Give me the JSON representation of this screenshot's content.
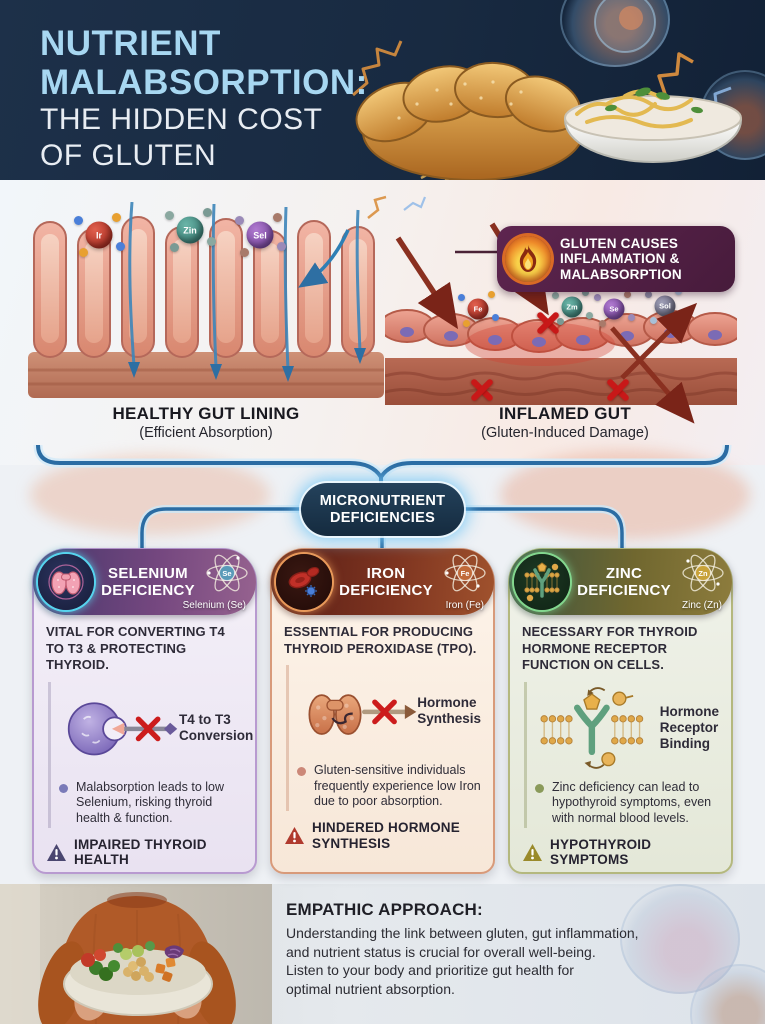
{
  "header": {
    "title_line1": "NUTRIENT",
    "title_line2": "MALABSORPTION:",
    "title_line3": "THE HIDDEN COST",
    "title_line4": "OF GLUTEN"
  },
  "gut": {
    "badge": {
      "icon": "flame-icon",
      "line1": "GLUTEN CAUSES",
      "line2": "INFLAMMATION &",
      "line3": "MALABSORPTION"
    },
    "healthy": {
      "label": "HEALTHY GUT LINING",
      "sublabel": "(Efficient Absorption)",
      "molecules": [
        {
          "label": "Ir"
        },
        {
          "label": "Zin"
        },
        {
          "label": "Sel"
        }
      ]
    },
    "inflamed": {
      "label": "INFLAMED GUT",
      "sublabel": "(Gluten-Induced Damage)",
      "molecules": [
        {
          "label": "Fe"
        },
        {
          "label": "Zm"
        },
        {
          "label": "Se"
        },
        {
          "label": "Sol"
        }
      ]
    }
  },
  "hub": {
    "line1": "MICRONUTRIENT",
    "line2": "DEFICIENCIES"
  },
  "cards": [
    {
      "title_line1": "SELENIUM",
      "title_line2": "DEFICIENCY",
      "icon": "thyroid-icon",
      "element_symbol": "Se",
      "element_caption": "Selenium (Se)",
      "description": "VITAL FOR CONVERTING T4 TO T3 & PROTECTING THYROID.",
      "diagram_label": "T4 to T3 Conversion",
      "bullet": "Malabsorption leads to low Selenium, risking thyroid health & function.",
      "warning": "IMPAIRED THYROID HEALTH",
      "warning_color": "#4a4670"
    },
    {
      "title_line1": "IRON",
      "title_line2": "DEFICIENCY",
      "icon": "blood-cells-icon",
      "element_symbol": "Fe",
      "element_caption": "Iron (Fe)",
      "description": "ESSENTIAL FOR PRODUCING THYROID PEROXIDASE (TPO).",
      "diagram_label": "Hormone Synthesis",
      "bullet": "Gluten-sensitive individuals frequently experience low Iron due to poor absorption.",
      "warning": "HINDERED HORMONE SYNTHESIS",
      "warning_color": "#b03a2e"
    },
    {
      "title_line1": "ZINC",
      "title_line2": "DEFICIENCY",
      "icon": "receptor-icon",
      "element_symbol": "Zn",
      "element_caption": "Zinc (Zn)",
      "description": "NECESSARY FOR THYROID HORMONE RECEPTOR FUNCTION ON CELLS.",
      "diagram_label": "Hormone Receptor Binding",
      "bullet": "Zinc deficiency can lead to hypothyroid symptoms, even with normal blood levels.",
      "warning": "HYPOTHYROID SYMPTOMS",
      "warning_color": "#9a8a2a"
    }
  ],
  "footer": {
    "heading": "EMPATHIC APPROACH:",
    "body_line1": "Understanding the link between gluten, gut inflammation,",
    "body_line2": "and nutrient status is crucial for overall well-being.",
    "body_line3": "Listen to your body and prioritize gut health for",
    "body_line4": "optimal nutrient absorption."
  },
  "colors": {
    "header_bg": "#182a41",
    "title_accent": "#a7d7f1",
    "badge_bg": "#55224a",
    "connector_blue": "#2b6ca3",
    "selenium_accent": "#74477f",
    "iron_accent": "#7e3420",
    "zinc_accent": "#70672f",
    "x_mark_red": "#c81818"
  }
}
